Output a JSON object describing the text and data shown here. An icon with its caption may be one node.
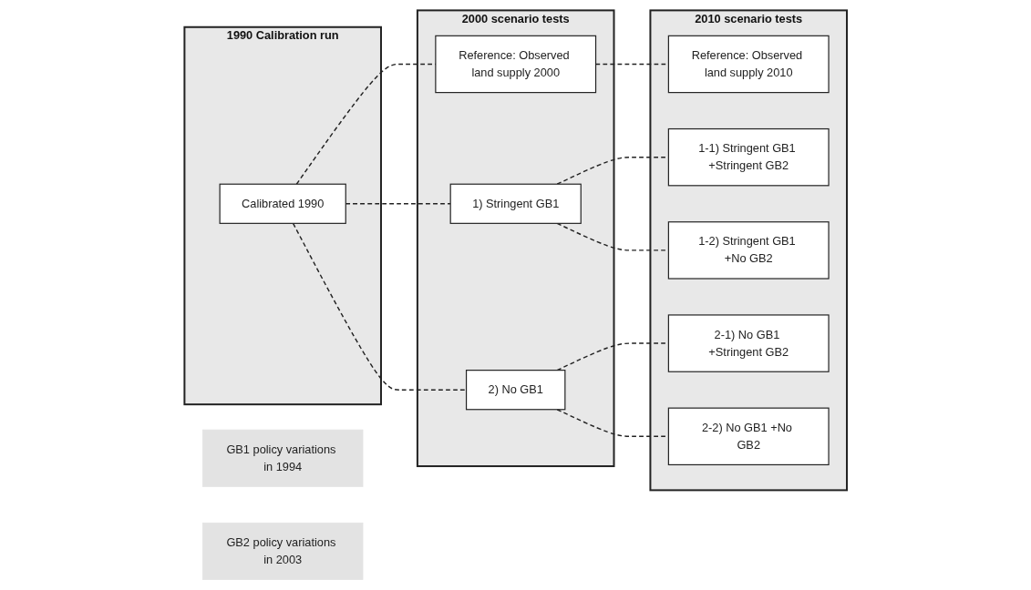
{
  "diagram": {
    "nodes": [
      {
        "text": [
          "1990 Calibration run"
        ]
      },
      {
        "text": [
          "Calibrated 1990"
        ],
        "in": 0
      },
      {
        "text": [
          "GB1 policy variations in 1994"
        ]
      },
      {
        "text": [
          "2000 scenario tests"
        ]
      },
      {
        "text": [
          "Reference: Observed land supply 2000"
        ],
        "in": 3
      },
      {
        "text": [
          "1) Stringent GB1"
        ],
        "in": 3
      },
      {
        "text": [
          "2) No GB1"
        ],
        "in": 3
      },
      {
        "text": [
          "GB2 policy variations in 2003"
        ]
      },
      {
        "text": [
          "2010 scenario tests"
        ]
      },
      {
        "text": [
          "Reference: Observed land supply 2010"
        ],
        "in": 8
      },
      {
        "text": [
          "1-1) Stringent GB1 +Stringent GB2"
        ],
        "in": 8
      },
      {
        "text": [
          "1-2) Stringent GB1 +No GB2"
        ],
        "in": 8
      },
      {
        "text": [
          "2-1) No GB1 +Stringent GB2"
        ],
        "in": 8
      },
      {
        "text": [
          "2-2) No GB1 +No GB2"
        ],
        "in": 8
      }
    ],
    "edges": [
      {
        "from": 1,
        "to": 4,
        "arrow": "none",
        "style": "dashed"
      },
      {
        "from": 1,
        "to": 5,
        "arrow": "none",
        "style": "dashed"
      },
      {
        "from": 1,
        "to": 6,
        "arrow": "none",
        "style": "dashed"
      },
      {
        "from": 4,
        "to": 9,
        "arrow": "none",
        "style": "dashed"
      },
      {
        "from": 5,
        "to": 10,
        "arrow": "none",
        "style": "dashed"
      },
      {
        "from": 5,
        "to": 11,
        "arrow": "none",
        "style": "dashed"
      },
      {
        "from": 6,
        "to": 12,
        "arrow": "none",
        "style": "dashed"
      },
      {
        "from": 6,
        "to": 13,
        "arrow": "none",
        "style": "dashed"
      }
    ]
  }
}
